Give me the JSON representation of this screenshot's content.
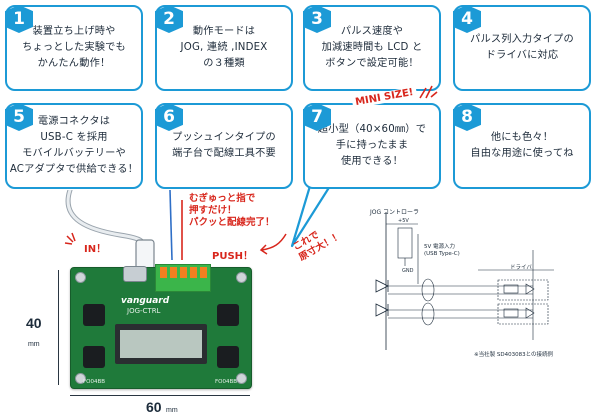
{
  "features": [
    {
      "num": "1",
      "text": "装置立ち上げ時や\nちょっとした実験でも\nかんたん動作！"
    },
    {
      "num": "2",
      "text": "動作モードは\nJOG, 連続 ,INDEX\nの３種類"
    },
    {
      "num": "3",
      "text": "パルス速度や\n加減速時間も LCD と\nボタンで設定可能！"
    },
    {
      "num": "4",
      "text": "パルス列入力タイプの\nドライバに対応"
    },
    {
      "num": "5",
      "text": "電源コネクタは\nUSB-C を採用\nモバイルバッテリーや\nACアダプタで供給できる！"
    },
    {
      "num": "6",
      "text": "プッシュインタイプの\n端子台で配線工具不要"
    },
    {
      "num": "7",
      "text": "超小型（40×60㎜）で\n手に持ったまま\n使用できる！"
    },
    {
      "num": "8",
      "text": "他にも色々！\n自由な用途に使ってね"
    }
  ],
  "annotations": {
    "mini_size": "MINI SIZE!",
    "in_label": "IN！",
    "push_instruction": "むぎゅっと指で\n押すだけ！\nパクッと配線完了！",
    "push_label": "PUSH！",
    "actual_size": "これで\n原寸大！！"
  },
  "dimensions": {
    "height_value": "40",
    "width_value": "60",
    "unit": "mm"
  },
  "board": {
    "brand": "vanguard",
    "model": "JOG-CTRL",
    "button_labels": [
      "FO04BB",
      "FO04BB"
    ]
  },
  "wiring_diagram": {
    "title": "JOG コントローラ",
    "supply_label": "5V 電源入力\n(USB Type-C)",
    "driver_label": "ドライバ",
    "vplus": "+5V",
    "gnd": "GND",
    "footnote": "※当社製 SD403083との接続例"
  },
  "colors": {
    "accent": "#1c9ad6",
    "annotation_red": "#d8261c",
    "pcb_green": "#1f7a3a",
    "terminal_orange": "#f47f20",
    "terminal_green": "#3bb54a"
  }
}
